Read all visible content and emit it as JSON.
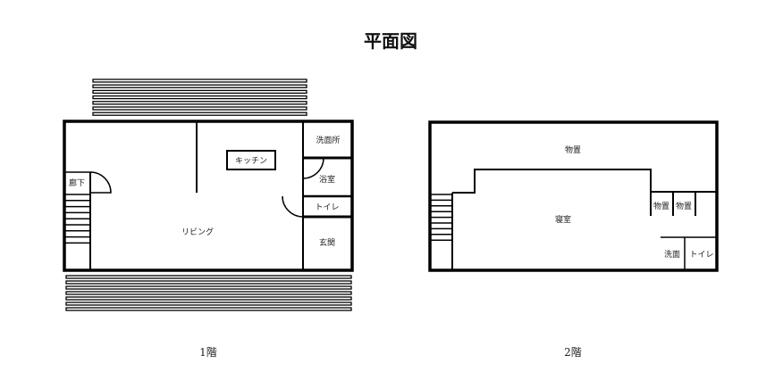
{
  "title": "平面図",
  "floor1": {
    "caption": "1階",
    "rooms": {
      "senmenjo": "洗面所",
      "kitchen": "キッチン",
      "bath": "浴室",
      "toilet": "トイレ",
      "hallway": "廊下",
      "living": "リビング",
      "entrance": "玄関"
    }
  },
  "floor2": {
    "caption": "2階",
    "rooms": {
      "storage_main": "物置",
      "bedroom": "寝室",
      "storage_a": "物置",
      "storage_b": "物置",
      "washroom": "洗面",
      "toilet": "トイレ"
    }
  }
}
